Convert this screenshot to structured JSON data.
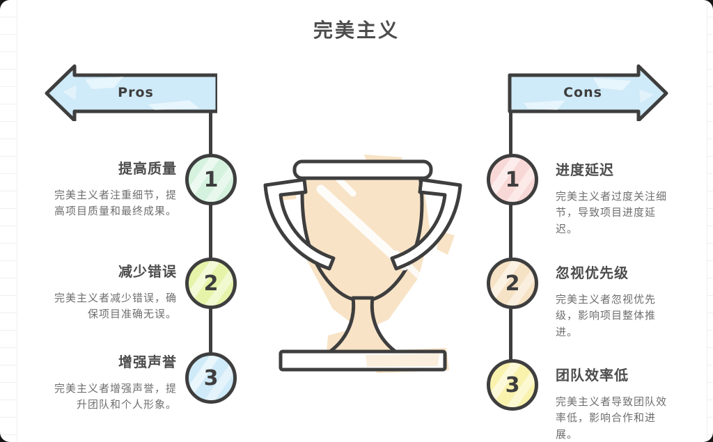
{
  "title": "完美主义",
  "pros": {
    "arrow_label": "Pros",
    "arrow_color": "#cfeaf8",
    "items": [
      {
        "number": "1",
        "heading": "提高质量",
        "description": "完美主义者注重细节，提高项目质量和最终成果。",
        "circle_color": "#d5f2df"
      },
      {
        "number": "2",
        "heading": "减少错误",
        "description": "完美主义者减少错误，确保项目准确无误。",
        "circle_color": "#e5f4a9"
      },
      {
        "number": "3",
        "heading": "增强声誉",
        "description": "完美主义者增强声誉，提升团队和个人形象。",
        "circle_color": "#cfeaf8"
      }
    ]
  },
  "cons": {
    "arrow_label": "Cons",
    "arrow_color": "#cfeaf8",
    "items": [
      {
        "number": "1",
        "heading": "进度延迟",
        "description": "完美主义者过度关注细节，导致项目进度延迟。",
        "circle_color": "#f8d8d6"
      },
      {
        "number": "2",
        "heading": "忽视优先级",
        "description": "完美主义者忽视优先级，影响项目整体推进。",
        "circle_color": "#f6e2c4"
      },
      {
        "number": "3",
        "heading": "团队效率低",
        "description": "完美主义者导致团队效率低，影响合作和进展。",
        "circle_color": "#f9f2ad"
      }
    ]
  },
  "center_icon": "trophy-icon",
  "colors": {
    "outline": "#3e3e3e",
    "heading_text": "#4c4c4c",
    "body_text": "#6e6e6e",
    "trophy_fill": "#f8e3c6",
    "arrow_fill": "#cfeaf8"
  }
}
